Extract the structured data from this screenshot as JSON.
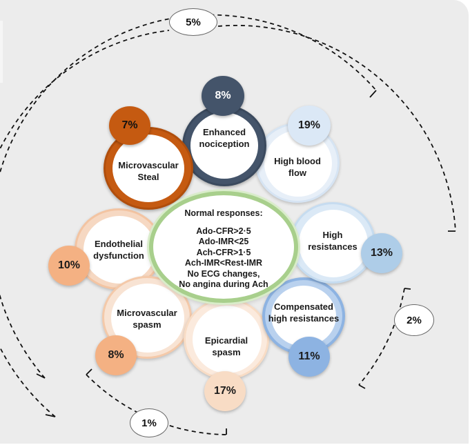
{
  "center": {
    "title": "Normal responses:",
    "lines": [
      "Ado-CFR>2·5",
      "Ado-IMR<25",
      "Ach-CFR>1·5",
      "Ach-IMR<Rest-IMR",
      "No ECG changes,",
      "No angina during Ach"
    ]
  },
  "nodes": {
    "microvascular_steal": {
      "label": "Microvascular Steal",
      "line1": "Microvascular",
      "line2": "Steal",
      "pct": "7%",
      "color": "#c55a11"
    },
    "enhanced_nociception": {
      "label": "Enhanced nociception",
      "line1": "Enhanced",
      "line2": "nociception",
      "pct": "8%",
      "color": "#44546a"
    },
    "high_blood_flow": {
      "label": "High blood flow",
      "line1": "High blood",
      "line2": "flow",
      "pct": "19%",
      "color": "#dbe8f6"
    },
    "high_resistances": {
      "label": "High resistances",
      "line1": "High",
      "line2": "resistances",
      "pct": "13%",
      "color": "#aecde8"
    },
    "compensated_high_resistances": {
      "label": "Compensated high resistances",
      "line1": "Compensated",
      "line2": "high resistances",
      "pct": "11%",
      "color": "#8db3e2"
    },
    "epicardial_spasm": {
      "label": "Epicardial spasm",
      "line1": "Epicardial",
      "line2": "spasm",
      "pct": "17%",
      "color": "#f8dcc5"
    },
    "microvascular_spasm": {
      "label": "Microvascular spasm",
      "line1": "Microvascular",
      "line2": "spasm",
      "pct": "8%",
      "color": "#f4b183"
    },
    "endothelial_dysfunction": {
      "label": "Endothelial dysfunction",
      "line1": "Endothelial",
      "line2": "dysfunction",
      "pct": "10%",
      "color": "#f4b183"
    }
  },
  "outer_groups": [
    {
      "pct": "5%"
    },
    {
      "pct": "2%"
    },
    {
      "pct": "1%"
    }
  ]
}
